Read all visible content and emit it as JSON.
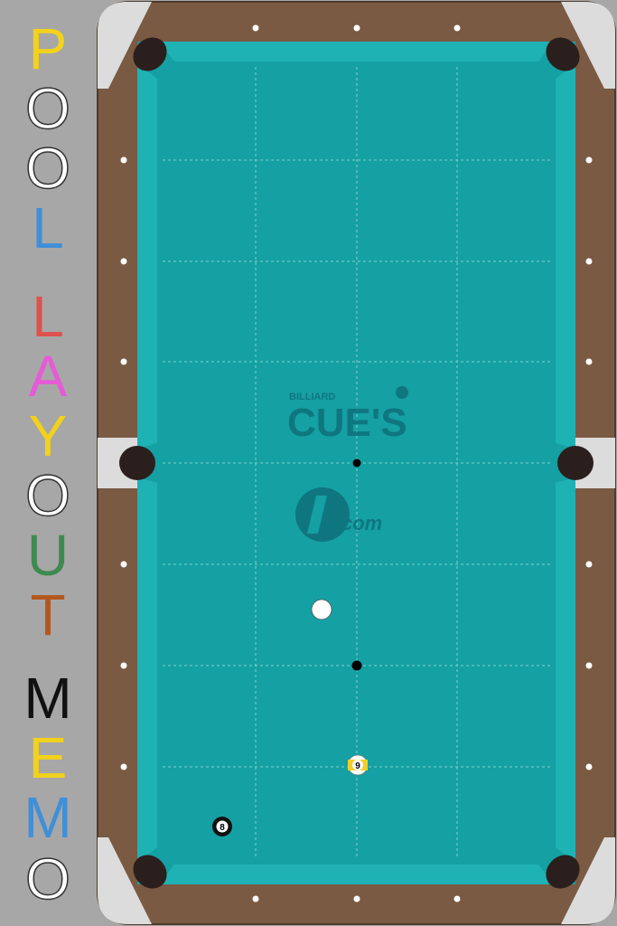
{
  "app": {
    "title_letters": [
      {
        "char": "P",
        "color": "#f2d21b"
      },
      {
        "char": "O",
        "color": "#ffffff"
      },
      {
        "char": "O",
        "color": "#ffffff"
      },
      {
        "char": "L",
        "color": "#3f8fd9"
      },
      {
        "char": "L",
        "color": "#e0504d"
      },
      {
        "char": "A",
        "color": "#e65bd6"
      },
      {
        "char": "Y",
        "color": "#f2d21b"
      },
      {
        "char": "O",
        "color": "#ffffff"
      },
      {
        "char": "U",
        "color": "#3e8a4f"
      },
      {
        "char": "T",
        "color": "#b4561d"
      },
      {
        "char": "M",
        "color": "#111111"
      },
      {
        "char": "E",
        "color": "#f2d21b"
      },
      {
        "char": "M",
        "color": "#3f8fd9"
      },
      {
        "char": "O",
        "color": "#ffffff"
      }
    ]
  },
  "watermark": {
    "line1": "BILLIARD",
    "line2": "CUE'S",
    "line3": "com"
  },
  "colors": {
    "felt": "#15a0a3",
    "felt_cushion": "#1fb2b5",
    "rail_wood": "#7a5a43",
    "corner_plate": "#d8d8d8",
    "pocket": "#2b1f1d",
    "watermark": "#0e6f7a"
  },
  "balls": {
    "cue_ball": {
      "label": "cue ball"
    },
    "eight_ball": {
      "number": "8"
    },
    "nine_ball": {
      "number": "9"
    }
  }
}
